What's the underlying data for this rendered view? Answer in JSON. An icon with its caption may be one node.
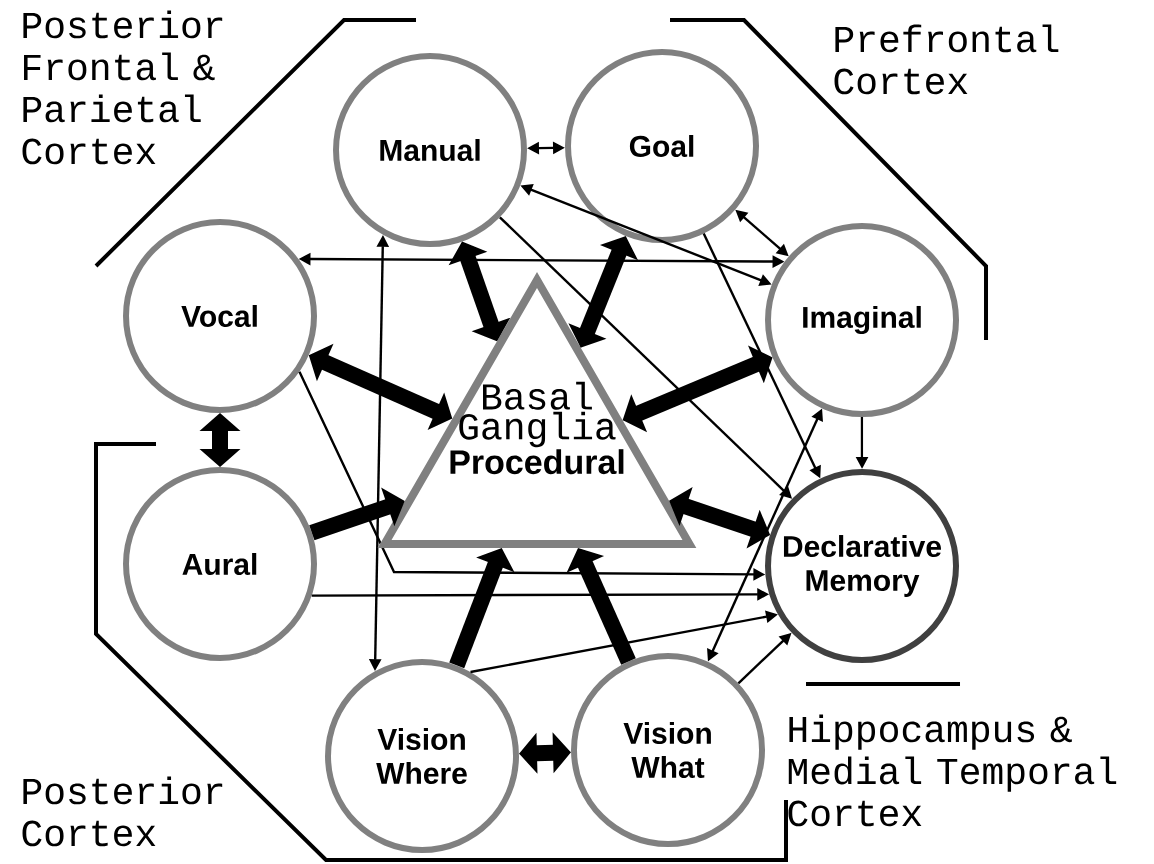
{
  "diagram": {
    "nodes": [
      {
        "text": [
          "Manual"
        ]
      },
      {
        "text": [
          "Goal"
        ]
      },
      {
        "text": [
          "Vocal"
        ]
      },
      {
        "text": [
          "Imaginal"
        ]
      },
      {
        "text": [
          "Aural"
        ]
      },
      {
        "text": [
          "Declarative Memory"
        ]
      },
      {
        "text": [
          "Vision Where"
        ]
      },
      {
        "text": [
          "Vision What"
        ]
      },
      {
        "text": [
          "Basal Ganglia",
          "Procedural"
        ]
      }
    ],
    "edges": [
      {
        "from": 0,
        "to": 1,
        "arrow": "both"
      },
      {
        "from": 1,
        "to": 3,
        "arrow": "both"
      },
      {
        "from": 2,
        "to": 4,
        "arrow": "both",
        "style": "thick"
      },
      {
        "from": 6,
        "to": 7,
        "arrow": "both",
        "style": "thick"
      },
      {
        "from": 0,
        "to": 6,
        "arrow": "both"
      },
      {
        "from": 2,
        "to": 3,
        "arrow": "both"
      },
      {
        "from": 0,
        "to": 3,
        "arrow": "both"
      },
      {
        "from": 0,
        "to": 5,
        "arrow": "to"
      },
      {
        "from": 1,
        "to": 5,
        "arrow": "to"
      },
      {
        "from": 3,
        "to": 5,
        "arrow": "to"
      },
      {
        "from": 2,
        "to": 5,
        "arrow": "to"
      },
      {
        "from": 4,
        "to": 5,
        "arrow": "to"
      },
      {
        "from": 6,
        "to": 5,
        "arrow": "to"
      },
      {
        "from": 7,
        "to": 5,
        "arrow": "to"
      },
      {
        "from": 3,
        "to": 7,
        "arrow": "both"
      },
      {
        "from": 0,
        "to": 8,
        "arrow": "both",
        "style": "thick"
      },
      {
        "from": 1,
        "to": 8,
        "arrow": "both",
        "style": "thick"
      },
      {
        "from": 2,
        "to": 8,
        "arrow": "both",
        "style": "thick"
      },
      {
        "from": 3,
        "to": 8,
        "arrow": "both",
        "style": "thick"
      },
      {
        "from": 4,
        "to": 8,
        "arrow": "to",
        "style": "thick"
      },
      {
        "from": 8,
        "to": 5,
        "arrow": "both",
        "style": "thick"
      },
      {
        "from": 6,
        "to": 8,
        "arrow": "to",
        "style": "thick"
      },
      {
        "from": 7,
        "to": 8,
        "arrow": "to",
        "style": "thick"
      }
    ],
    "labels": [
      "Posterior Frontal & Parietal Cortex",
      "Prefrontal Cortex",
      "Posterior Cortex",
      "Hippocampus & Medial Temporal Cortex"
    ]
  }
}
